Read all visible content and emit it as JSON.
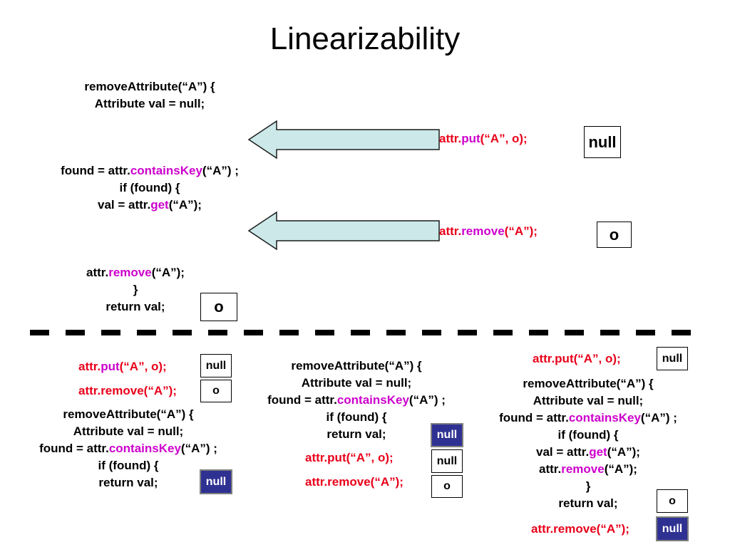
{
  "title": "Linearizability",
  "top": {
    "thread_a": {
      "l1": "removeAttribute(“A”)  {",
      "l2": "Attribute val = null;",
      "l3_pre": "found = attr.",
      "l3_m": "containsKey",
      "l3_post": "(“A”) ;",
      "l4": "if (found) {",
      "l5_pre": "val = attr.",
      "l5_m": "get",
      "l5_post": "(“A”);",
      "l6_pre": "attr.",
      "l6_m": "remove",
      "l6_post": "(“A”);",
      "l7": "}",
      "l8": "return val;"
    },
    "thread_b": {
      "put_pre": "attr.",
      "put_m": "put",
      "put_post": "(“A”, o);",
      "rem_pre": "attr.",
      "rem_m": "remove",
      "rem_post": "(“A”);"
    },
    "put_box": "null",
    "remove_box": "o",
    "return_box": "o"
  },
  "bottom_left": {
    "put_pre": "attr.",
    "put_m": "put",
    "put_post": "(“A”, o);",
    "put_box": "null",
    "rem_pre": "attr.",
    "rem_m": "remove",
    "rem_post": "(“A”);",
    "rem_box": "o",
    "l1": "removeAttribute(“A”)  {",
    "l2": "Attribute val = null;",
    "l3_pre": "found = attr.",
    "l3_m": "containsKey",
    "l3_post": "(“A”) ;",
    "l4": "if (found) {",
    "l5": "return val;",
    "ret_box": "null"
  },
  "bottom_mid": {
    "l1": "removeAttribute(“A”)  {",
    "l2": "Attribute val = null;",
    "l3_pre": "found = attr.",
    "l3_m": "containsKey",
    "l3_post": "(“A”) ;",
    "l4": "if (found) {",
    "l5": "return val;",
    "ret_box": "null",
    "put_label": "attr.put(“A”, o);",
    "put_box": "null",
    "rem_label": "attr.remove(“A”);",
    "rem_box": "o"
  },
  "bottom_right": {
    "put_label": "attr.put(“A”, o);",
    "put_box": "null",
    "l1": "removeAttribute(“A”)  {",
    "l2": "Attribute val = null;",
    "l3_pre": "found = attr.",
    "l3_m": "containsKey",
    "l3_post": "(“A”) ;",
    "l4": "if (found) {",
    "l5_pre": "val = attr.",
    "l5_m": "get",
    "l5_post": "(“A”);",
    "l6_pre": "attr.",
    "l6_m": "remove",
    "l6_post": "(“A”);",
    "l7": "}",
    "l8": "return val;",
    "ret_box": "o",
    "rem_label": "attr.remove(“A”);",
    "rem_box": "null"
  },
  "colors": {
    "red": "#e8001a",
    "magenta": "#cc00cc",
    "arrow_fill": "#cce8e8",
    "dark_box": "#2e3192"
  }
}
